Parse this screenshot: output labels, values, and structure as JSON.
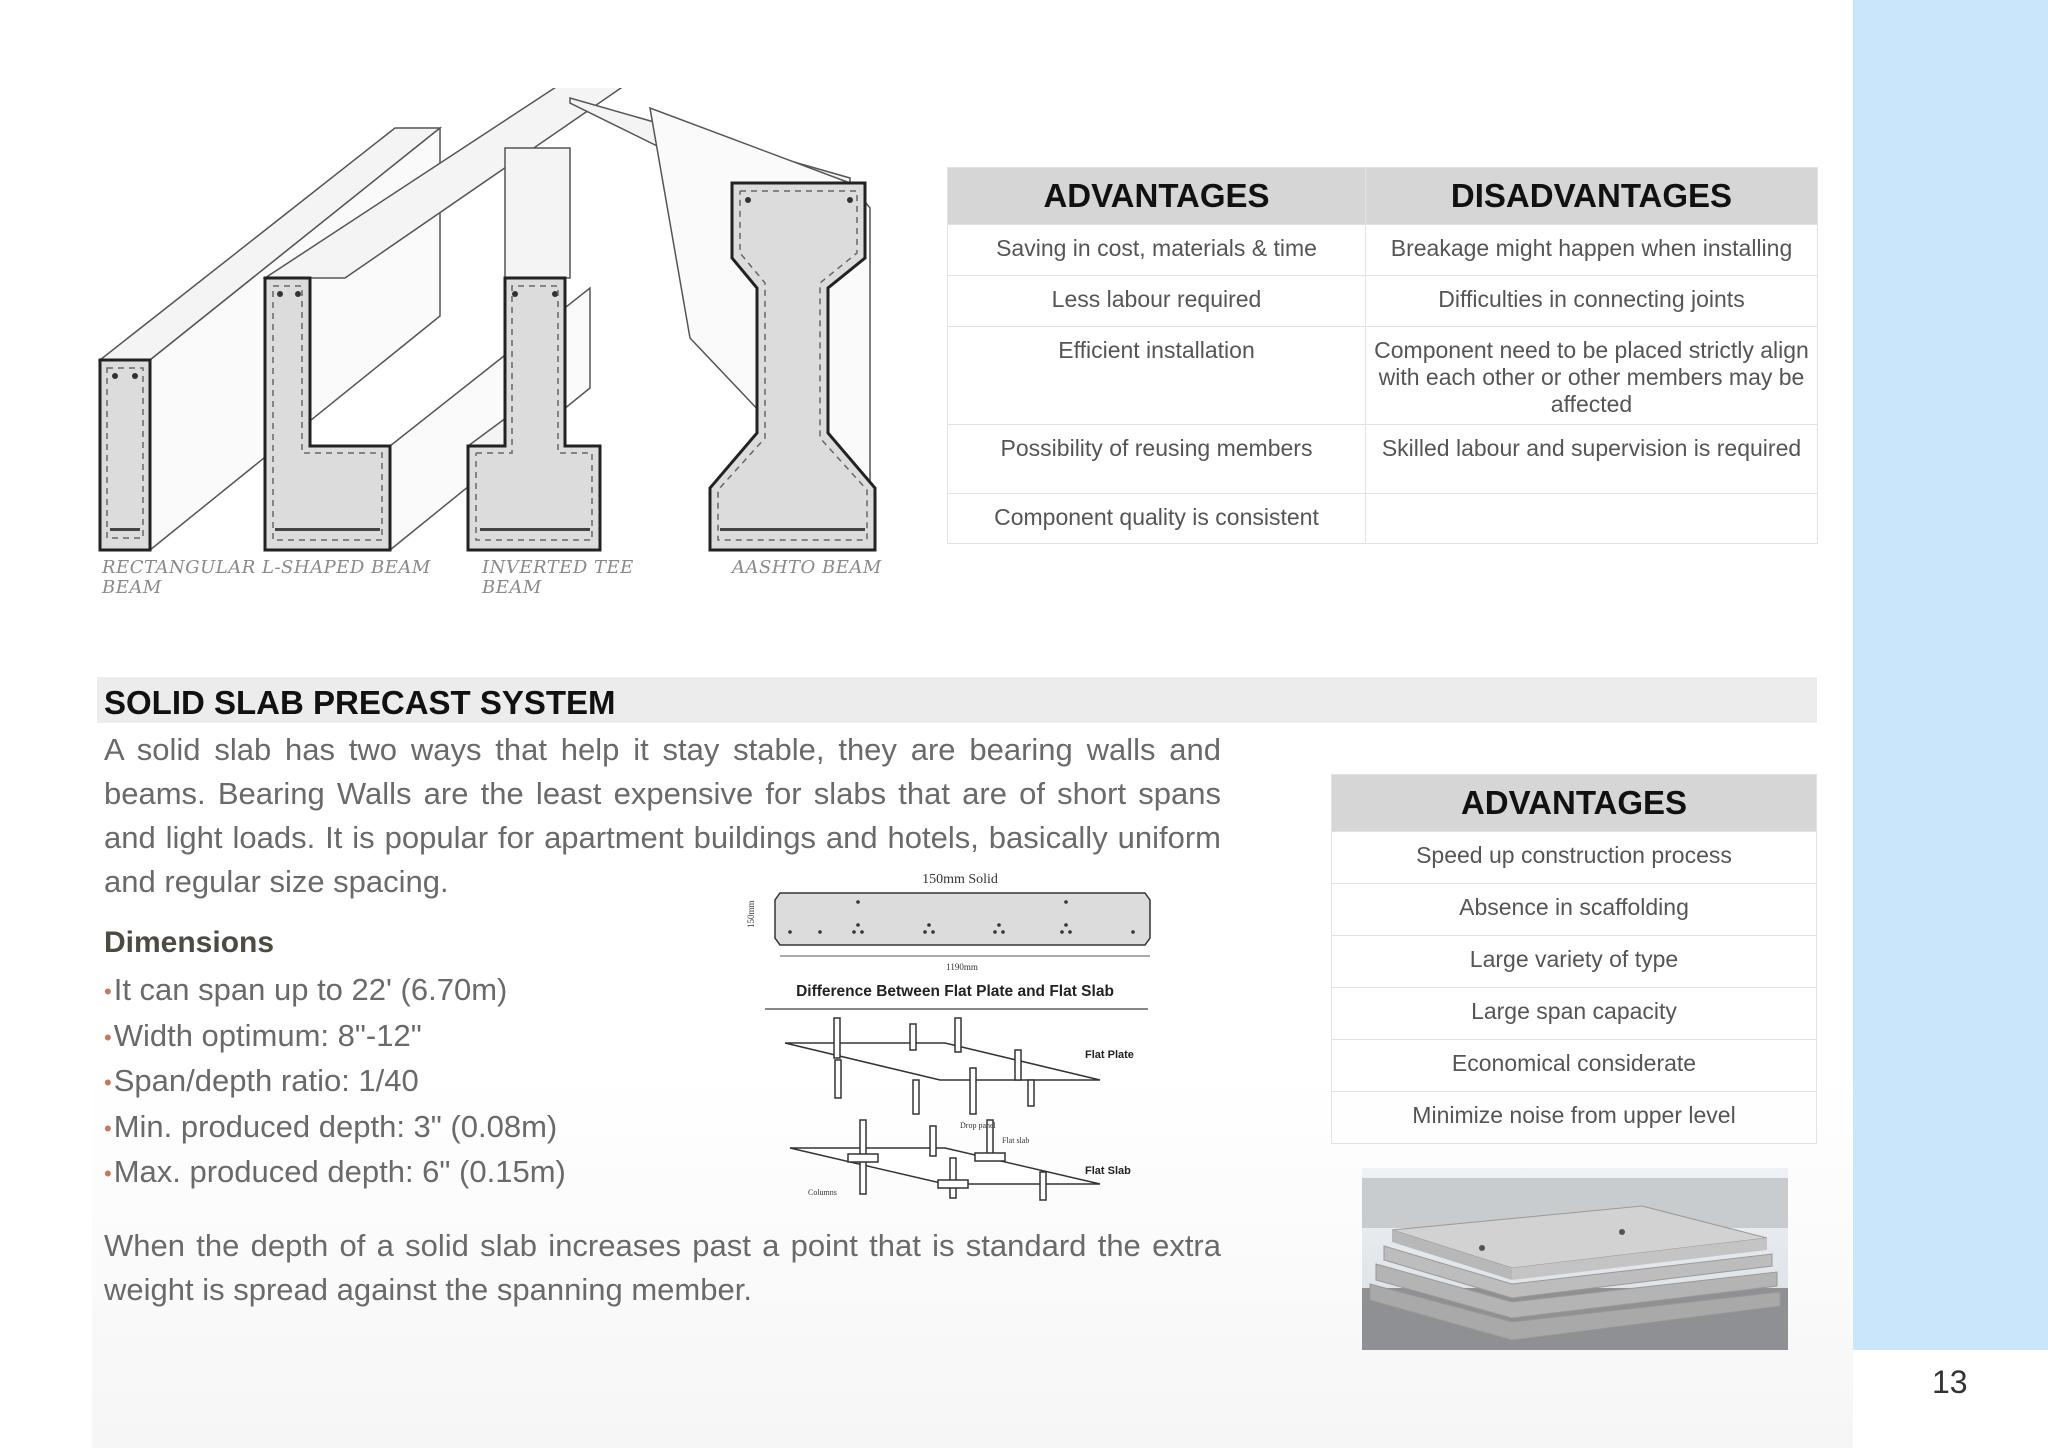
{
  "page_number": "13",
  "beam_captions": {
    "rectangular": "RECTANGULAR\nBEAM",
    "l_shaped": "L-SHAPED BEAM",
    "inverted_tee": "INVERTED TEE\nBEAM",
    "aashto": "AASHTO BEAM"
  },
  "beam_table": {
    "headers": [
      "ADVANTAGES",
      "DISADVANTAGES"
    ],
    "rows": [
      [
        "Saving in cost, materials & time",
        "Breakage might happen when installing"
      ],
      [
        "Less labour required",
        "Difficulties in connecting joints"
      ],
      [
        "Efficient installation",
        "Component need to be placed strictly align with each other or other members may be affected"
      ],
      [
        "Possibility of reusing members",
        "Skilled labour and supervision is required"
      ],
      [
        "Component quality is consistent",
        ""
      ]
    ]
  },
  "section": {
    "title": "SOLID SLAB PRECAST SYSTEM",
    "paragraph1": "A solid slab has two ways that help it stay stable, they are bearing walls and beams. Bearing Walls are the least expensive for slabs that are of short spans and light loads. It is popular for apartment buildings and hotels, basically uniform and regular size spacing.",
    "dimensions_heading": "Dimensions",
    "dimensions": [
      "It can span up to 22' (6.70m)",
      "Width optimum: 8\"-12\"",
      "Span/depth ratio: 1/40",
      "Min. produced depth: 3\" (0.08m)",
      "Max. produced depth: 6\" (0.15m)"
    ],
    "paragraph2": "When the depth of a solid slab increases past a point that is standard the extra weight is spread against the spanning member."
  },
  "slab_diagram": {
    "solid_label": "150mm Solid",
    "height_label": "150mm",
    "width_label": "1190mm",
    "difference_title": "Difference Between Flat Plate and Flat Slab",
    "flat_plate": "Flat Plate",
    "flat_slab": "Flat Slab",
    "drop_panel": "Drop panel",
    "flat_slab_small": "Flat slab",
    "columns": "Columns"
  },
  "slab_table": {
    "header": "ADVANTAGES",
    "rows": [
      "Speed up construction process",
      "Absence in scaffolding",
      "Large variety of type",
      "Large span capacity",
      "Economical considerate",
      "Minimize noise from upper level"
    ]
  }
}
